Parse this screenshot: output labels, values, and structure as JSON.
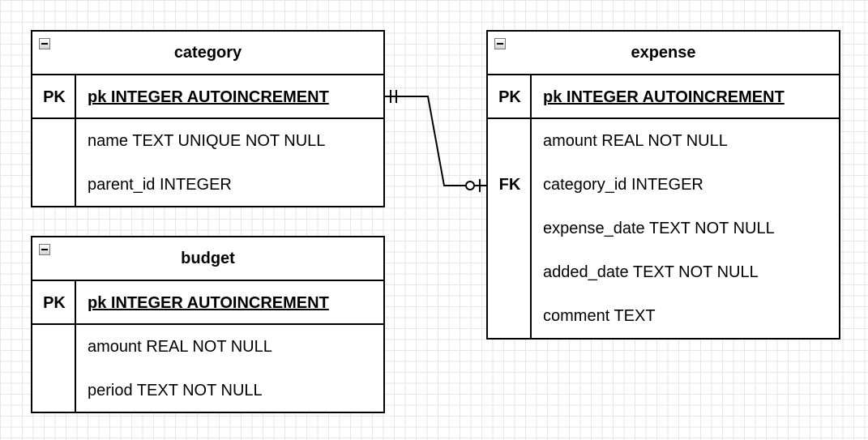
{
  "entities": {
    "category": {
      "title": "category",
      "pk_key": "PK",
      "pk_field": "pk INTEGER AUTOINCREMENT",
      "fields": [
        "name TEXT UNIQUE NOT NULL",
        "parent_id INTEGER"
      ]
    },
    "budget": {
      "title": "budget",
      "pk_key": "PK",
      "pk_field": "pk INTEGER AUTOINCREMENT",
      "fields": [
        "amount REAL NOT NULL",
        "period TEXT NOT NULL"
      ]
    },
    "expense": {
      "title": "expense",
      "pk_key": "PK",
      "pk_field": "pk INTEGER AUTOINCREMENT",
      "fk_key": "FK",
      "fields": [
        "amount REAL NOT NULL",
        "category_id INTEGER",
        "expense_date TEXT NOT NULL",
        "added_date TEXT NOT NULL",
        "comment TEXT"
      ]
    }
  },
  "relationships": [
    {
      "from": "category.pk",
      "to": "expense.category_id",
      "from_cardinality": "one-and-only-one",
      "to_cardinality": "zero-or-one"
    }
  ]
}
